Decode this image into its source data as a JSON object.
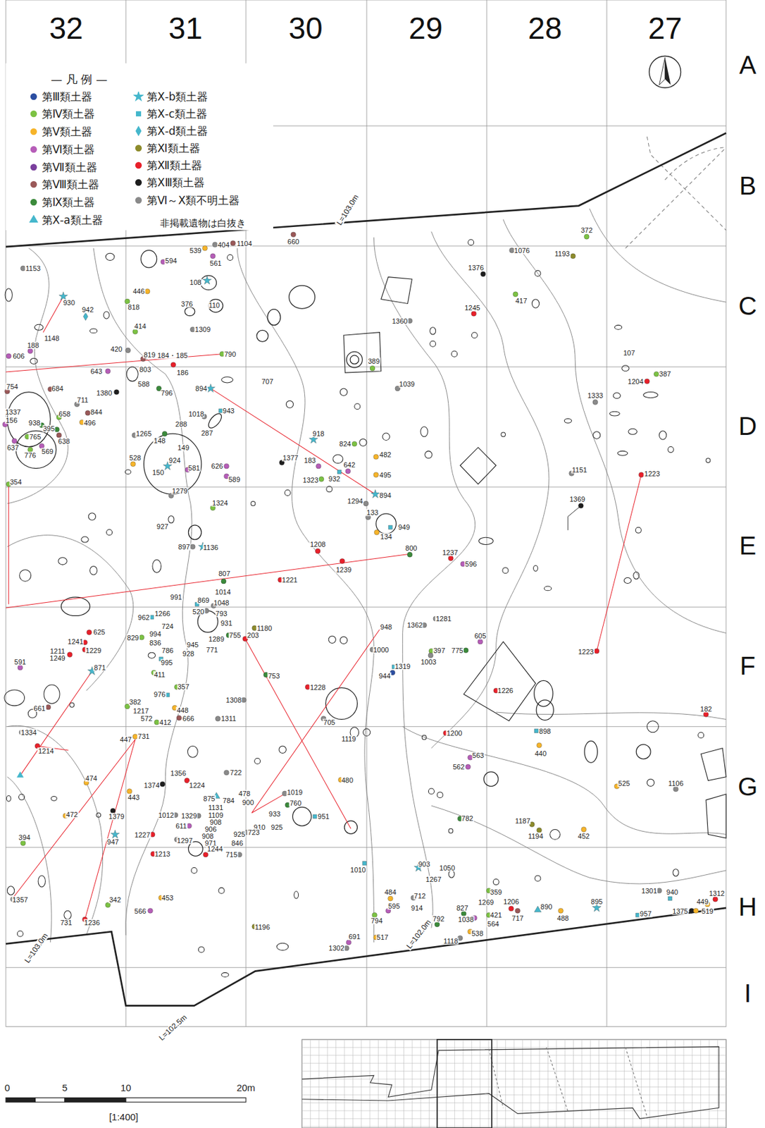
{
  "diagram": {
    "labels": [
      "32",
      "31",
      "30",
      "29",
      "28",
      "27",
      "A",
      "B",
      "C",
      "D",
      "E",
      "F",
      "G",
      "H",
      "I",
      "— 凡 例 —",
      "非掲載遺物は白抜き",
      "L=103.0m",
      "L=103.0m",
      "L=102.5m",
      "L=102.0m",
      "0",
      "5",
      "10",
      "20m",
      "[1:400]",
      "660",
      "539",
      "404",
      "1104",
      "561",
      "594",
      "1153",
      "108",
      "110",
      "930",
      "942",
      "446",
      "818",
      "376",
      "414",
      "1309",
      "1148",
      "188",
      "420",
      "606",
      "819",
      "184・185",
      "186",
      "790",
      "803",
      "588",
      "643",
      "1380",
      "796",
      "754",
      "684",
      "711",
      "844",
      "496",
      "1337",
      "156",
      "938",
      "658",
      "395",
      "765",
      "638",
      "637",
      "776",
      "569",
      "354",
      "894",
      "707",
      "1018",
      "943",
      "288",
      "287",
      "1265",
      "148",
      "149",
      "924",
      "528",
      "150",
      "581",
      "626",
      "589",
      "1279",
      "1324",
      "927",
      "897",
      "1136",
      "918",
      "1377",
      "183",
      "824",
      "482",
      "642",
      "1323",
      "932",
      "495",
      "1294",
      "894",
      "133",
      "134",
      "949",
      "389",
      "1039",
      "1360",
      "1376",
      "1076",
      "1193",
      "372",
      "417",
      "1245",
      "107",
      "1204",
      "387",
      "1333",
      "1151",
      "1223",
      "1369",
      "1208",
      "1239",
      "800",
      "1237",
      "596",
      "1221",
      "807",
      "991",
      "1014",
      "869",
      "1048",
      "962",
      "1266",
      "520",
      "793",
      "724",
      "931",
      "1180",
      "829",
      "994",
      "836",
      "1289",
      "755",
      "203",
      "945",
      "771",
      "786",
      "928",
      "995",
      "411",
      "753",
      "948",
      "1000",
      "1362",
      "1281",
      "605",
      "397",
      "775",
      "1003",
      "1319",
      "944",
      "1223",
      "625",
      "1241",
      "1211",
      "1249",
      "1229",
      "871",
      "591",
      "357",
      "976",
      "1228",
      "1308",
      "661",
      "382",
      "1217",
      "448",
      "666",
      "572",
      "412",
      "1311",
      "705",
      "1119",
      "1226",
      "182",
      "1200",
      "898",
      "440",
      "563",
      "562",
      "1334",
      "1214",
      "731",
      "447",
      "474",
      "443",
      "1356",
      "1374",
      "1224",
      "722",
      "480",
      "525",
      "1106",
      "472",
      "1379",
      "875",
      "784",
      "478",
      "900",
      "1019",
      "760",
      "1131",
      "1109",
      "908",
      "906",
      "908",
      "933",
      "910",
      "925",
      "925",
      "951",
      "1012",
      "1329",
      "611",
      "971",
      "846",
      "782",
      "947",
      "394",
      "1187",
      "1194",
      "452",
      "1227",
      "1297",
      "715",
      "723",
      "1244",
      "1213",
      "1010",
      "903",
      "1050",
      "1267",
      "359",
      "1269",
      "1206",
      "890",
      "421",
      "717",
      "564",
      "538",
      "488",
      "895",
      "1301",
      "940",
      "1312",
      "449",
      "1375",
      "519",
      "957",
      "484",
      "712",
      "595",
      "914",
      "794",
      "517",
      "827",
      "1038",
      "792",
      "1118",
      "691",
      "1302",
      "1196",
      "453",
      "566",
      "342",
      "1357",
      "731",
      "1236"
    ],
    "legend": [
      {
        "text": "第Ⅲ類土器",
        "color": "#2b4ea2"
      },
      {
        "text": "第Ⅳ類土器",
        "color": "#7cc243"
      },
      {
        "text": "第Ⅴ類土器",
        "color": "#f6b42a"
      },
      {
        "text": "第Ⅵ類土器",
        "color": "#b65db8"
      },
      {
        "text": "第Ⅶ類土器",
        "color": "#7a3f9d"
      },
      {
        "text": "第Ⅷ類土器",
        "color": "#9a5858"
      },
      {
        "text": "第Ⅸ類土器",
        "color": "#3b8a3b"
      },
      {
        "text": "第Ⅹ-a類土器",
        "color": "#45b7cc"
      },
      {
        "text": "第Ⅹ-b類土器",
        "color": "#45b7cc"
      },
      {
        "text": "第Ⅹ-c類土器",
        "color": "#45b7cc"
      },
      {
        "text": "第Ⅹ-d類土器",
        "color": "#45b7cc"
      },
      {
        "text": "第Ⅺ類土器",
        "color": "#8d8b2b"
      },
      {
        "text": "第Ⅻ類土器",
        "color": "#e8202a"
      },
      {
        "text": "第ⅩⅢ類土器",
        "color": "#1e1e1e"
      },
      {
        "text": "第Ⅵ～Ⅹ類不明土器",
        "color": "#8a8a8a"
      }
    ]
  }
}
